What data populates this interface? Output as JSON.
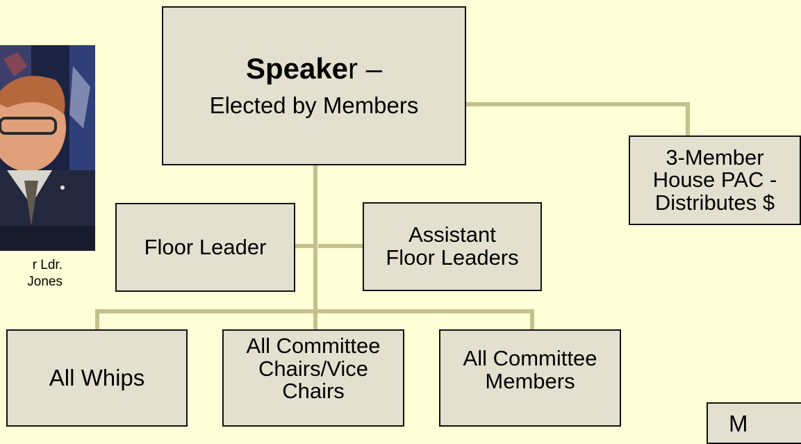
{
  "speaker": {
    "title_bold": "Speake",
    "title_rest": "r –",
    "subtitle": "Elected by Members"
  },
  "house_pac": {
    "line1": "3-Member",
    "line2": "House PAC -",
    "line3": "Distributes $"
  },
  "floor_leader": {
    "label": "Floor Leader"
  },
  "assistant_floor_leaders": {
    "line1": "Assistant",
    "line2": "Floor Leaders"
  },
  "photo_caption": {
    "line1": "r Ldr.",
    "line2": "Jones"
  },
  "bottom_boxes": [
    {
      "lines": [
        "All Whips"
      ]
    },
    {
      "lines": [
        "All Committee",
        "Chairs/Vice",
        "Chairs"
      ]
    },
    {
      "lines": [
        "All Committee",
        "Members"
      ]
    }
  ],
  "partial_box": {
    "label": "M"
  },
  "colors": {
    "background": "#fffed6",
    "box_fill": "#e3e0cf",
    "connector": "#c6c08e",
    "border": "#111111"
  }
}
